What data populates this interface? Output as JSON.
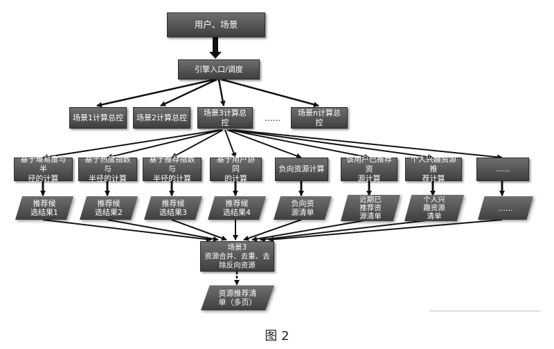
{
  "root": {
    "label": "用户、场景"
  },
  "engine": {
    "label": "引擎入口/调度"
  },
  "scenes": [
    {
      "label": "场景1计算总控"
    },
    {
      "label": "场景2计算总控"
    },
    {
      "label": "场景3计算总控"
    },
    {
      "label": "场景n计算总控"
    }
  ],
  "scene_ellipsis": "......",
  "compute_modules": [
    {
      "label": "基于难易度与半\n径的计算"
    },
    {
      "label": "基于热度指数与\n半径的计算"
    },
    {
      "label": "基于推荐指数与\n半径的计算"
    },
    {
      "label": "基于用户协同\n的计算"
    },
    {
      "label": "负向资源计算"
    },
    {
      "label": "该用户已推荐资\n源计算"
    },
    {
      "label": "个人兴趣资源推\n荐计算"
    },
    {
      "label": "......"
    }
  ],
  "results": [
    {
      "label": "推荐候\n选结果1"
    },
    {
      "label": "推荐候\n选结果2"
    },
    {
      "label": "推荐候\n选结果3"
    },
    {
      "label": "推荐候\n选结果4"
    },
    {
      "label": "负向资\n源清单"
    },
    {
      "label": "近期已\n推荐资\n源清单"
    },
    {
      "label": "个人兴\n趣资源\n清单"
    },
    {
      "label": "......"
    }
  ],
  "merge": {
    "label": "场景3\n资源合并、去重、去\n除反向资源"
  },
  "output": {
    "label": "资源推荐清\n单（多页）"
  },
  "caption": "图 2"
}
